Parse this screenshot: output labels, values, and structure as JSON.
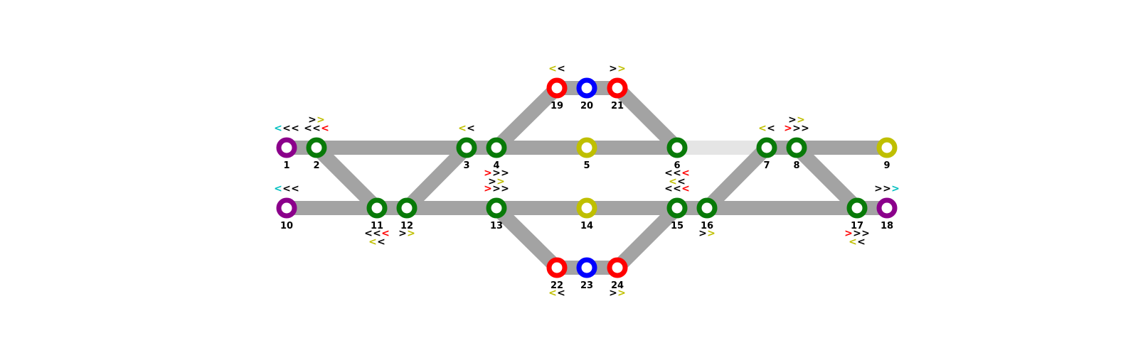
{
  "colors": {
    "track": "#a3a3a3",
    "track_light": "#e5e5e5",
    "purple": "#8b008b",
    "green": "#087a08",
    "red": "#ff0000",
    "blue": "#0000ff",
    "olive": "#bfbf00",
    "cyan": "#00bfbf",
    "black": "#000000"
  },
  "nodes": [
    {
      "id": 1,
      "label": "1",
      "color": "purple"
    },
    {
      "id": 2,
      "label": "2",
      "color": "green"
    },
    {
      "id": 3,
      "label": "3",
      "color": "green"
    },
    {
      "id": 4,
      "label": "4",
      "color": "green"
    },
    {
      "id": 5,
      "label": "5",
      "color": "olive"
    },
    {
      "id": 6,
      "label": "6",
      "color": "green"
    },
    {
      "id": 7,
      "label": "7",
      "color": "green"
    },
    {
      "id": 8,
      "label": "8",
      "color": "green"
    },
    {
      "id": 9,
      "label": "9",
      "color": "olive"
    },
    {
      "id": 10,
      "label": "10",
      "color": "purple"
    },
    {
      "id": 11,
      "label": "11",
      "color": "green"
    },
    {
      "id": 12,
      "label": "12",
      "color": "green"
    },
    {
      "id": 13,
      "label": "13",
      "color": "green"
    },
    {
      "id": 14,
      "label": "14",
      "color": "olive"
    },
    {
      "id": 15,
      "label": "15",
      "color": "green"
    },
    {
      "id": 16,
      "label": "16",
      "color": "green"
    },
    {
      "id": 17,
      "label": "17",
      "color": "green"
    },
    {
      "id": 18,
      "label": "18",
      "color": "purple"
    },
    {
      "id": 19,
      "label": "19",
      "color": "red"
    },
    {
      "id": 20,
      "label": "20",
      "color": "blue"
    },
    {
      "id": 21,
      "label": "21",
      "color": "red"
    },
    {
      "id": 22,
      "label": "22",
      "color": "red"
    },
    {
      "id": 23,
      "label": "23",
      "color": "blue"
    },
    {
      "id": 24,
      "label": "24",
      "color": "red"
    }
  ],
  "edges": [
    {
      "from": 1,
      "to": 2
    },
    {
      "from": 2,
      "to": 3
    },
    {
      "from": 3,
      "to": 4
    },
    {
      "from": 4,
      "to": 5
    },
    {
      "from": 5,
      "to": 6
    },
    {
      "from": 6,
      "to": 7,
      "style": "light"
    },
    {
      "from": 7,
      "to": 8
    },
    {
      "from": 8,
      "to": 9
    },
    {
      "from": 10,
      "to": 11
    },
    {
      "from": 11,
      "to": 12
    },
    {
      "from": 12,
      "to": 13
    },
    {
      "from": 13,
      "to": 14
    },
    {
      "from": 14,
      "to": 15
    },
    {
      "from": 15,
      "to": 16
    },
    {
      "from": 16,
      "to": 17
    },
    {
      "from": 17,
      "to": 18
    },
    {
      "from": 2,
      "to": 11
    },
    {
      "from": 12,
      "to": 3
    },
    {
      "from": 16,
      "to": 7
    },
    {
      "from": 8,
      "to": 17
    },
    {
      "from": 4,
      "to": 19
    },
    {
      "from": 19,
      "to": 20
    },
    {
      "from": 20,
      "to": 21
    },
    {
      "from": 21,
      "to": 6
    },
    {
      "from": 13,
      "to": 22
    },
    {
      "from": 22,
      "to": 23
    },
    {
      "from": 23,
      "to": 24
    },
    {
      "from": 24,
      "to": 15
    }
  ],
  "signals": [
    {
      "node": 1,
      "pos": "above",
      "row": 0,
      "chars": [
        {
          "c": "<",
          "color": "cyan"
        },
        {
          "c": "<",
          "color": "black"
        },
        {
          "c": "<",
          "color": "black"
        }
      ]
    },
    {
      "node": 2,
      "pos": "above",
      "row": 1,
      "chars": [
        {
          "c": ">",
          "color": "black"
        },
        {
          "c": ">",
          "color": "olive"
        }
      ]
    },
    {
      "node": 2,
      "pos": "above",
      "row": 0,
      "chars": [
        {
          "c": "<",
          "color": "black"
        },
        {
          "c": "<",
          "color": "black"
        },
        {
          "c": "<",
          "color": "red"
        }
      ]
    },
    {
      "node": 3,
      "pos": "above",
      "row": 0,
      "chars": [
        {
          "c": "<",
          "color": "olive"
        },
        {
          "c": "<",
          "color": "black"
        }
      ]
    },
    {
      "node": 4,
      "pos": "below",
      "row": 0,
      "chars": [
        {
          "c": ">",
          "color": "red"
        },
        {
          "c": ">",
          "color": "black"
        },
        {
          "c": ">",
          "color": "black"
        }
      ]
    },
    {
      "node": 4,
      "pos": "below",
      "row": 1,
      "chars": [
        {
          "c": ">",
          "color": "black"
        },
        {
          "c": ">",
          "color": "olive"
        }
      ]
    },
    {
      "node": 6,
      "pos": "below",
      "row": 0,
      "chars": [
        {
          "c": "<",
          "color": "black"
        },
        {
          "c": "<",
          "color": "black"
        },
        {
          "c": "<",
          "color": "red"
        }
      ]
    },
    {
      "node": 6,
      "pos": "below",
      "row": 1,
      "chars": [
        {
          "c": "<",
          "color": "olive"
        },
        {
          "c": "<",
          "color": "black"
        }
      ]
    },
    {
      "node": 7,
      "pos": "above",
      "row": 0,
      "chars": [
        {
          "c": "<",
          "color": "olive"
        },
        {
          "c": "<",
          "color": "black"
        }
      ]
    },
    {
      "node": 8,
      "pos": "above",
      "row": 1,
      "chars": [
        {
          "c": ">",
          "color": "black"
        },
        {
          "c": ">",
          "color": "olive"
        }
      ]
    },
    {
      "node": 8,
      "pos": "above",
      "row": 0,
      "chars": [
        {
          "c": ">",
          "color": "red"
        },
        {
          "c": ">",
          "color": "black"
        },
        {
          "c": ">",
          "color": "black"
        }
      ]
    },
    {
      "node": 10,
      "pos": "above",
      "row": 0,
      "chars": [
        {
          "c": "<",
          "color": "cyan"
        },
        {
          "c": "<",
          "color": "black"
        },
        {
          "c": "<",
          "color": "black"
        }
      ]
    },
    {
      "node": 11,
      "pos": "below",
      "row": 0,
      "chars": [
        {
          "c": "<",
          "color": "black"
        },
        {
          "c": "<",
          "color": "black"
        },
        {
          "c": "<",
          "color": "red"
        }
      ]
    },
    {
      "node": 11,
      "pos": "below",
      "row": 1,
      "chars": [
        {
          "c": "<",
          "color": "olive"
        },
        {
          "c": "<",
          "color": "black"
        }
      ]
    },
    {
      "node": 12,
      "pos": "below",
      "row": 0,
      "chars": [
        {
          "c": ">",
          "color": "black"
        },
        {
          "c": ">",
          "color": "olive"
        }
      ]
    },
    {
      "node": 13,
      "pos": "above",
      "row": 0,
      "chars": [
        {
          "c": ">",
          "color": "red"
        },
        {
          "c": ">",
          "color": "black"
        },
        {
          "c": ">",
          "color": "black"
        }
      ]
    },
    {
      "node": 15,
      "pos": "above",
      "row": 0,
      "chars": [
        {
          "c": "<",
          "color": "black"
        },
        {
          "c": "<",
          "color": "black"
        },
        {
          "c": "<",
          "color": "red"
        }
      ]
    },
    {
      "node": 16,
      "pos": "below",
      "row": 0,
      "chars": [
        {
          "c": ">",
          "color": "black"
        },
        {
          "c": ">",
          "color": "olive"
        }
      ]
    },
    {
      "node": 17,
      "pos": "below",
      "row": 0,
      "chars": [
        {
          "c": ">",
          "color": "red"
        },
        {
          "c": ">",
          "color": "black"
        },
        {
          "c": ">",
          "color": "black"
        }
      ]
    },
    {
      "node": 17,
      "pos": "below",
      "row": 1,
      "chars": [
        {
          "c": "<",
          "color": "olive"
        },
        {
          "c": "<",
          "color": "black"
        }
      ]
    },
    {
      "node": 18,
      "pos": "above",
      "row": 0,
      "chars": [
        {
          "c": ">",
          "color": "black"
        },
        {
          "c": ">",
          "color": "black"
        },
        {
          "c": ">",
          "color": "cyan"
        }
      ]
    },
    {
      "node": 19,
      "pos": "above",
      "row": 0,
      "chars": [
        {
          "c": "<",
          "color": "olive"
        },
        {
          "c": "<",
          "color": "black"
        }
      ]
    },
    {
      "node": 21,
      "pos": "above",
      "row": 0,
      "chars": [
        {
          "c": ">",
          "color": "black"
        },
        {
          "c": ">",
          "color": "olive"
        }
      ]
    },
    {
      "node": 22,
      "pos": "below",
      "row": 0,
      "chars": [
        {
          "c": "<",
          "color": "olive"
        },
        {
          "c": "<",
          "color": "black"
        }
      ]
    },
    {
      "node": 24,
      "pos": "below",
      "row": 0,
      "chars": [
        {
          "c": ">",
          "color": "black"
        },
        {
          "c": ">",
          "color": "olive"
        }
      ]
    }
  ]
}
